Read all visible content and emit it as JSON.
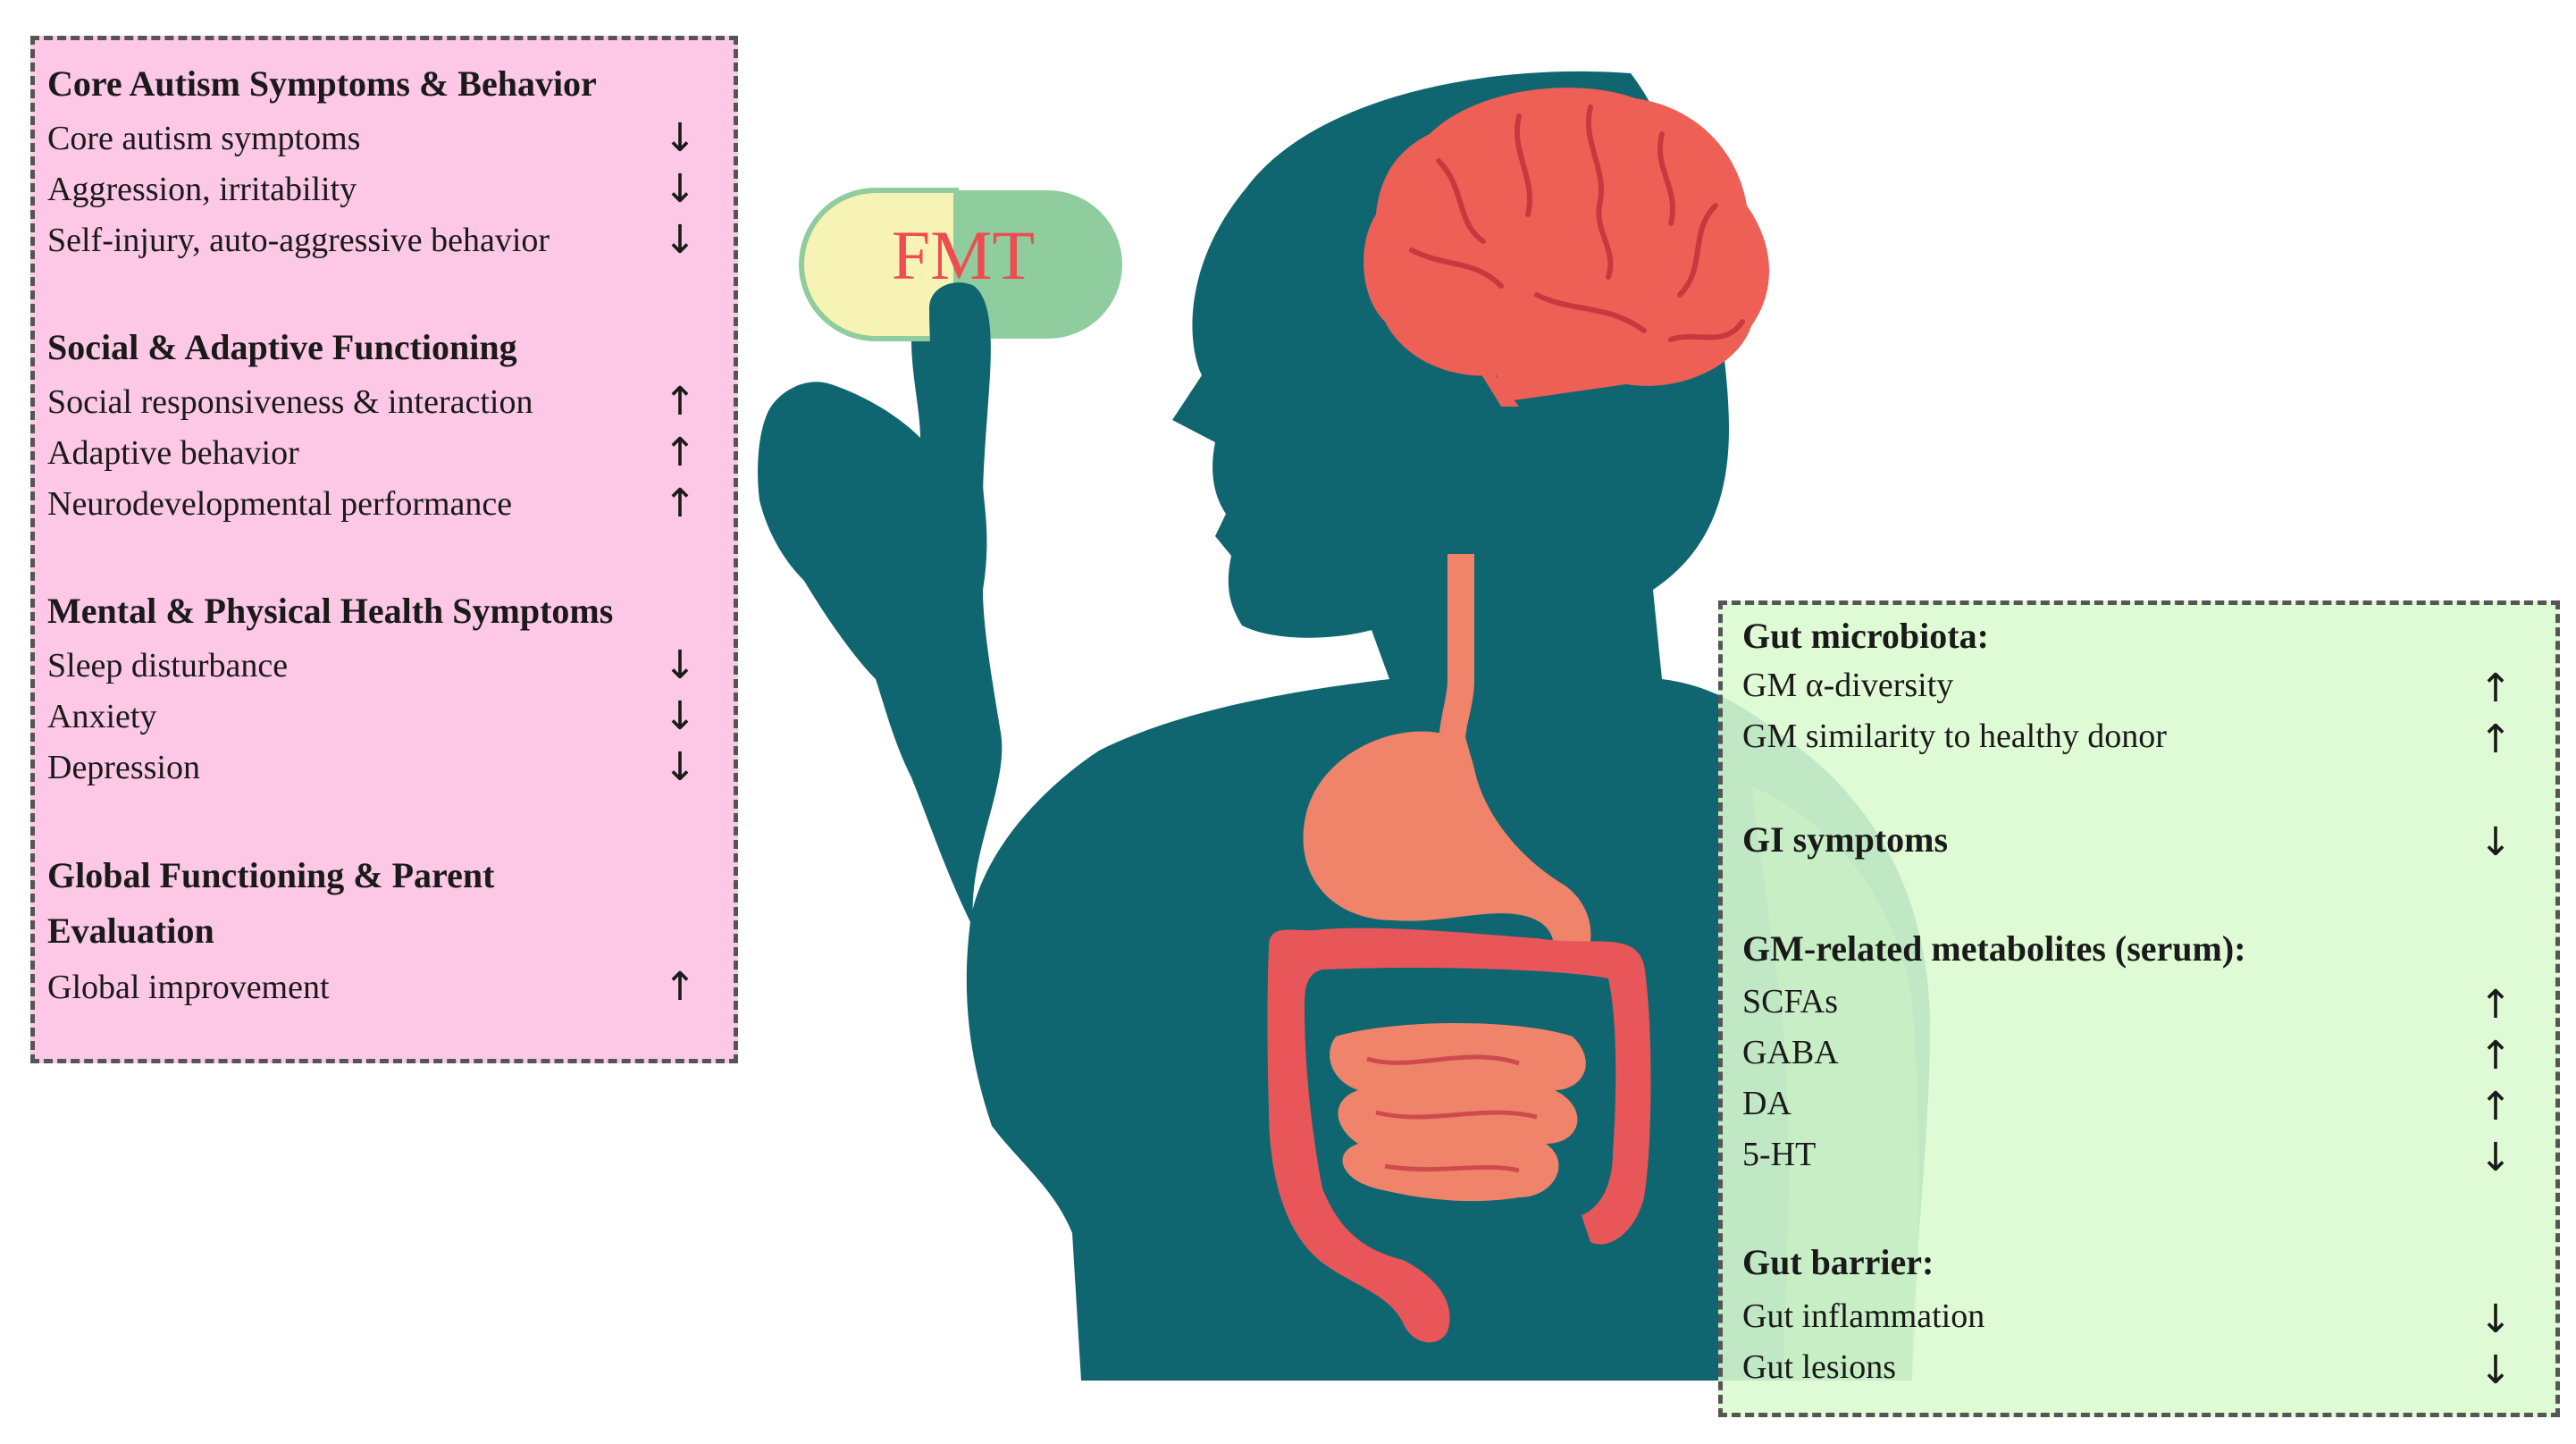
{
  "illustration": {
    "pill_label": "FMT",
    "colors": {
      "body": "#0f6670",
      "brain": "#ee5f56",
      "stomach": "#f0846b",
      "intestine": "#e9565a",
      "pill_left": "#f7f3b4",
      "pill_right": "#8fcc9e",
      "pill_text": "#ee4d4f"
    }
  },
  "left_panel": {
    "sections": [
      {
        "title": "Core Autism Symptoms & Behavior",
        "items": [
          {
            "label": "Core autism symptoms",
            "arrow": "↓"
          },
          {
            "label": "Aggression, irritability",
            "arrow": "↓"
          },
          {
            "label": "Self-injury, auto-aggressive behavior",
            "arrow": "↓"
          }
        ]
      },
      {
        "title": "Social & Adaptive Functioning",
        "items": [
          {
            "label": "Social responsiveness & interaction",
            "arrow": "↑"
          },
          {
            "label": "Adaptive behavior",
            "arrow": "↑"
          },
          {
            "label": "Neurodevelopmental performance",
            "arrow": "↑"
          }
        ]
      },
      {
        "title": "Mental & Physical Health Symptoms",
        "items": [
          {
            "label": "Sleep disturbance",
            "arrow": "↓"
          },
          {
            "label": "Anxiety",
            "arrow": "↓"
          },
          {
            "label": "Depression",
            "arrow": "↓"
          }
        ]
      },
      {
        "title_line1": "Global Functioning & Parent",
        "title_line2": "Evaluation",
        "items": [
          {
            "label": "Global improvement",
            "arrow": "↑"
          }
        ]
      }
    ]
  },
  "right_panel": {
    "sections": [
      {
        "title": "Gut microbiota:",
        "items": [
          {
            "label": "GM α-diversity",
            "arrow": "↑"
          },
          {
            "label": "GM similarity to healthy donor",
            "arrow": "↑"
          }
        ]
      },
      {
        "title": "GI symptoms",
        "arrow": "↓",
        "items": []
      },
      {
        "title": "GM-related metabolites (serum):",
        "items": [
          {
            "label": "SCFAs",
            "arrow": "↑"
          },
          {
            "label": "GABA",
            "arrow": "↑"
          },
          {
            "label": "DA",
            "arrow": "↑"
          },
          {
            "label": "5-HT",
            "arrow": "↓"
          }
        ]
      },
      {
        "title": "Gut barrier:",
        "items": [
          {
            "label": "Gut inflammation",
            "arrow": "↓"
          },
          {
            "label": "Gut lesions",
            "arrow": "↓"
          }
        ]
      }
    ]
  }
}
